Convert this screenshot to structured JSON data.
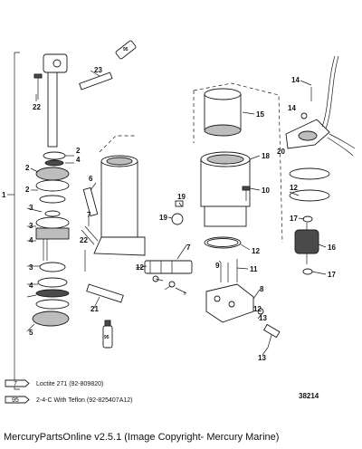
{
  "labels": {
    "l1": "1",
    "l2a": "2",
    "l2b": "2",
    "l2c": "2",
    "l3a": "3",
    "l3b": "3",
    "l3c": "3",
    "l4a": "4",
    "l4b": "4",
    "l4c": "4",
    "l5": "5",
    "l6": "6",
    "l7a": "7",
    "l7b": "7",
    "l8": "8",
    "l9": "9",
    "l10": "10",
    "l11": "11",
    "l12a": "12",
    "l12b": "12",
    "l12c": "12",
    "l12d": "12",
    "l13a": "13",
    "l13b": "13",
    "l14a": "14",
    "l14b": "14",
    "l15": "15",
    "l16": "16",
    "l17a": "17",
    "l17b": "17",
    "l18": "18",
    "l19a": "19",
    "l19b": "19",
    "l20": "20",
    "l21": "21",
    "l22a": "22",
    "l22b": "22",
    "l23": "23",
    "l95a": "95",
    "l95b": "95"
  },
  "legend": {
    "item1_num": "7",
    "item1_text": "Loctite 271 (92-809820)",
    "item2_num": "95",
    "item2_text": "2-4-C  With Teflon (92-825407A12)"
  },
  "diagram_ref": "38214",
  "footer": "MercuryPartsOnline v2.5.1 (Image Copyright- Mercury Marine)"
}
